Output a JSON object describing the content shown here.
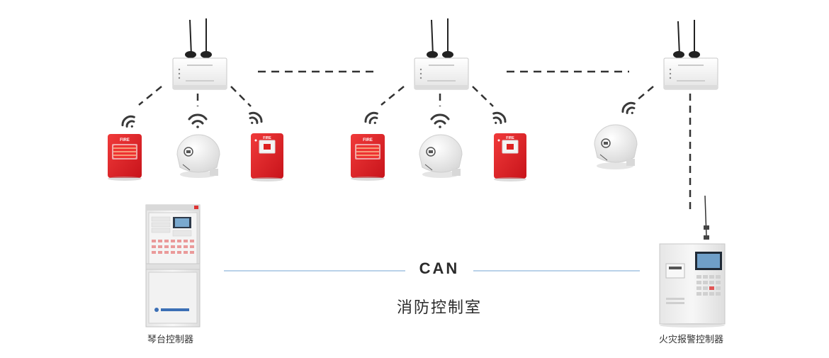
{
  "bus_label": "CAN",
  "room_label": "消防控制室",
  "left_controller_label": "琴台控制器",
  "right_controller_label": "火灾报警控制器",
  "device_markings": {
    "fire": "FIRE"
  },
  "colors": {
    "can_line": "#8fb8dc",
    "dash_line": "#333333",
    "alarm_red": "#e0252b",
    "gateway_body": "#f2f2f2",
    "signal": "#3a3a3a"
  }
}
